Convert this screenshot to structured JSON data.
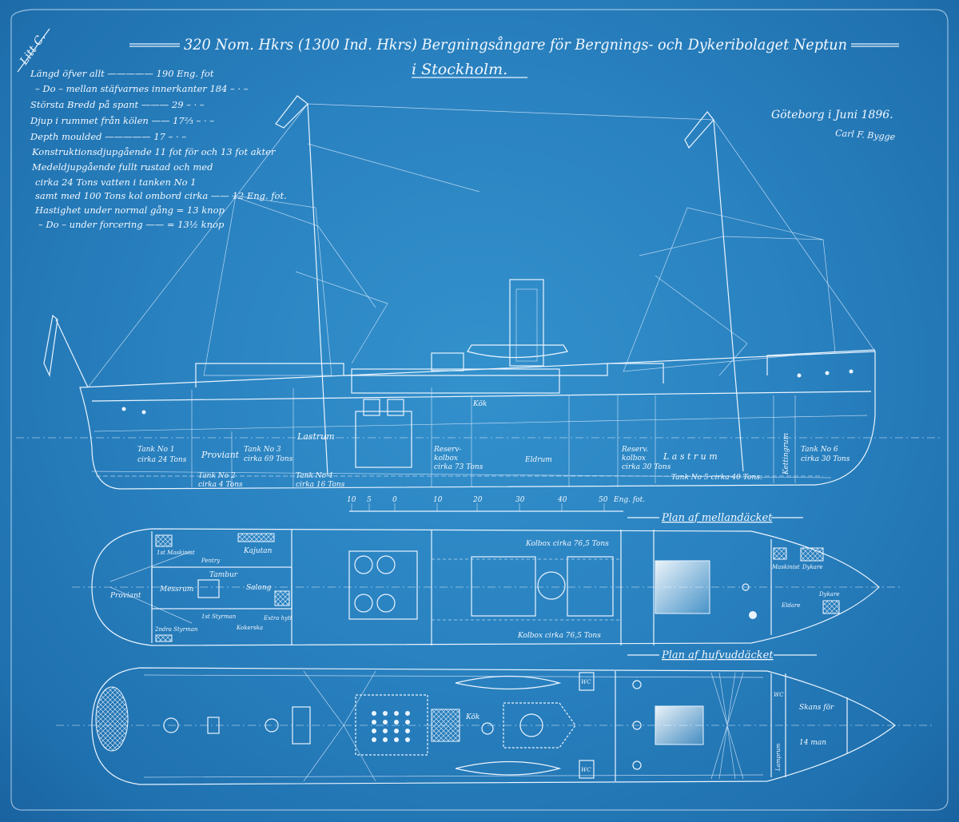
{
  "sheet": {
    "ref_mark": "Litt C.",
    "title_line1": "320 Nom. Hkrs (1300 Ind. Hkrs) Bergningsångare för Bergnings- och Dykeribolaget Neptun",
    "title_line2": "i Stockholm.",
    "place_date": "Göteborg i Juni 1896.",
    "signature": "Carl F. Bygge"
  },
  "specs": [
    "Längd öfver allt ————— 190 Eng. fot",
    "– Do – mellan stäfvarnes innerkanter 184 – · –",
    "Största Bredd på spant ——— 29 – · –",
    "Djup i rummet från kölen —— 17⅔ – · –",
    "Depth moulded ————— 17 – · –",
    "Konstruktionsdjupgående 11 fot för och 13 fot akter",
    "Medeldjupgående fullt rustad och med",
    "cirka 24 Tons vatten i tanken No 1",
    "samt med 100 Tons kol ombord cirka —— 12 Eng. fot.",
    "Hastighet under normal gång = 13 knop",
    "– Do – under forcering —— = 13½ knop"
  ],
  "profile_labels": {
    "tank1": "Tank No 1",
    "tank1_cap": "cirka 24 Tons",
    "proviant": "Proviant",
    "tank2": "Tank No 2",
    "tank2_cap": "cirka 4 Tons",
    "tank3": "Tank No 3",
    "tank3_cap": "cirka 69 Tons",
    "lastrum_aft": "Lastrum",
    "tank4": "Tank No 4",
    "tank4_cap": "cirka 16 Tons",
    "reserve1": "Reserv-",
    "reserve1_b": "kolbox",
    "reserve1_cap": "cirka 73 Tons",
    "eldrum": "Eldrum",
    "kok": "Kök",
    "reserve2": "Reserv.",
    "reserve2_b": "kolbox",
    "reserve2_cap": "cirka 30 Tons",
    "lastrum_fwd": "L a s t r u m",
    "tank5": "Tank No 5 cirka 40 Tons.",
    "kettingrum": "Kettingrum",
    "tank6": "Tank No 6",
    "tank6_cap": "cirka 30 Tons"
  },
  "scale": {
    "ticks": [
      "10",
      "5",
      "0",
      "10",
      "20",
      "30",
      "40",
      "50"
    ],
    "unit": "Eng. fot."
  },
  "middeck": {
    "heading": "Plan af mellandäcket",
    "proviant": "Proviant",
    "messrum": "Messrum",
    "tambur": "Tambur",
    "salong": "Salong",
    "kajuta": "Kajutan",
    "maskinist1": "1st Maskinist",
    "pentry": "Pentry",
    "styrman2": "2ndra Styrman",
    "styrman1": "1st Styrman",
    "kokerska": "Kokerska",
    "extra_hytt": "Extra hytt",
    "kolbox_top": "Kolbox cirka 76,5 Tons",
    "kolbox_bottom": "Kolbox cirka 76,5 Tons",
    "maskinist_fwd": "Maskinist",
    "dykare1": "Dykare",
    "eldare": "Eldare",
    "dykare2": "Dykare"
  },
  "maindeck": {
    "heading": "Plan af hufvuddäcket",
    "kok": "Kök",
    "wc1": "WC",
    "wc2": "WC",
    "wc3": "WC",
    "skansfor": "Skans för",
    "man": "14 man",
    "lampor": "Lamprum"
  }
}
